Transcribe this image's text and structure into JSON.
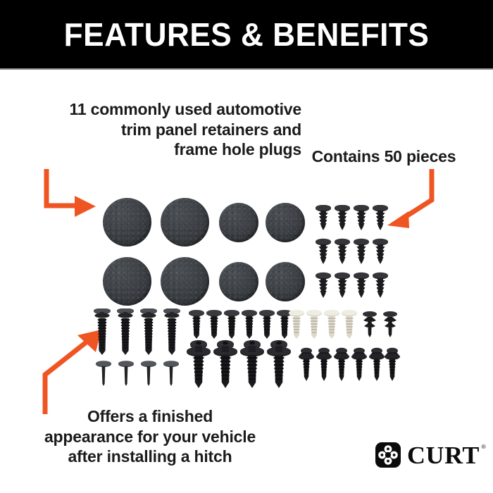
{
  "header": {
    "title": "FEATURES & BENEFITS",
    "background_color": "#000000",
    "text_color": "#ffffff",
    "rule_color": "#8d8f91"
  },
  "accent_color": "#ef5522",
  "body_text_color": "#1b1b1b",
  "callouts": {
    "top_left": {
      "lines": [
        "11 commonly used automotive",
        "trim panel retainers and",
        "frame hole plugs"
      ],
      "align": "right"
    },
    "pieces": {
      "lines": [
        "Contains 50 pieces"
      ],
      "align": "center"
    },
    "bottom": {
      "lines": [
        "Offers a finished",
        "appearance for your vehicle",
        "after installing a hitch"
      ],
      "align": "center"
    }
  },
  "arrows": [
    {
      "name": "arrow-to-plugs",
      "direction": "down-then-right"
    },
    {
      "name": "arrow-to-clips",
      "direction": "down-then-diagonal-left"
    },
    {
      "name": "arrow-to-retainers",
      "direction": "up-then-diagonal-right"
    }
  ],
  "product": {
    "plug_color": "#3f4348",
    "fastener_color": "#1e1e20",
    "white_fastener_color": "#e8e4d9",
    "groups": [
      {
        "name": "frame-hole-plugs",
        "count": 8,
        "rows": 2,
        "columns": 4,
        "color": "#3f4348"
      },
      {
        "name": "push-in-clips",
        "count": 12,
        "rows": 3,
        "columns": 4,
        "color": "#1e1e20"
      },
      {
        "name": "long-screw-rivets",
        "count": 4,
        "rows": 1,
        "columns": 4,
        "color": "#1e1e20"
      },
      {
        "name": "short-pins",
        "count": 4,
        "rows": 1,
        "columns": 4,
        "color": "#3a3d40"
      },
      {
        "name": "ribbed-rivets",
        "count": 6,
        "rows": 1,
        "columns": 6,
        "color": "#1e1e20"
      },
      {
        "name": "white-rivets",
        "count": 4,
        "rows": 1,
        "columns": 4,
        "color": "#e8e4d9"
      },
      {
        "name": "winged-clips",
        "count": 2,
        "rows": 1,
        "columns": 2,
        "color": "#1e1e20"
      },
      {
        "name": "flanged-push-rivets",
        "count": 4,
        "rows": 1,
        "columns": 4,
        "color": "#1e1e20"
      },
      {
        "name": "small-flanged-rivets",
        "count": 6,
        "rows": 1,
        "columns": 6,
        "color": "#1e1e20"
      }
    ]
  },
  "logo": {
    "wordmark": "CURT",
    "trademark": "®",
    "badge_icon": "curt-clover-icon",
    "color": "#0b0b0b"
  }
}
